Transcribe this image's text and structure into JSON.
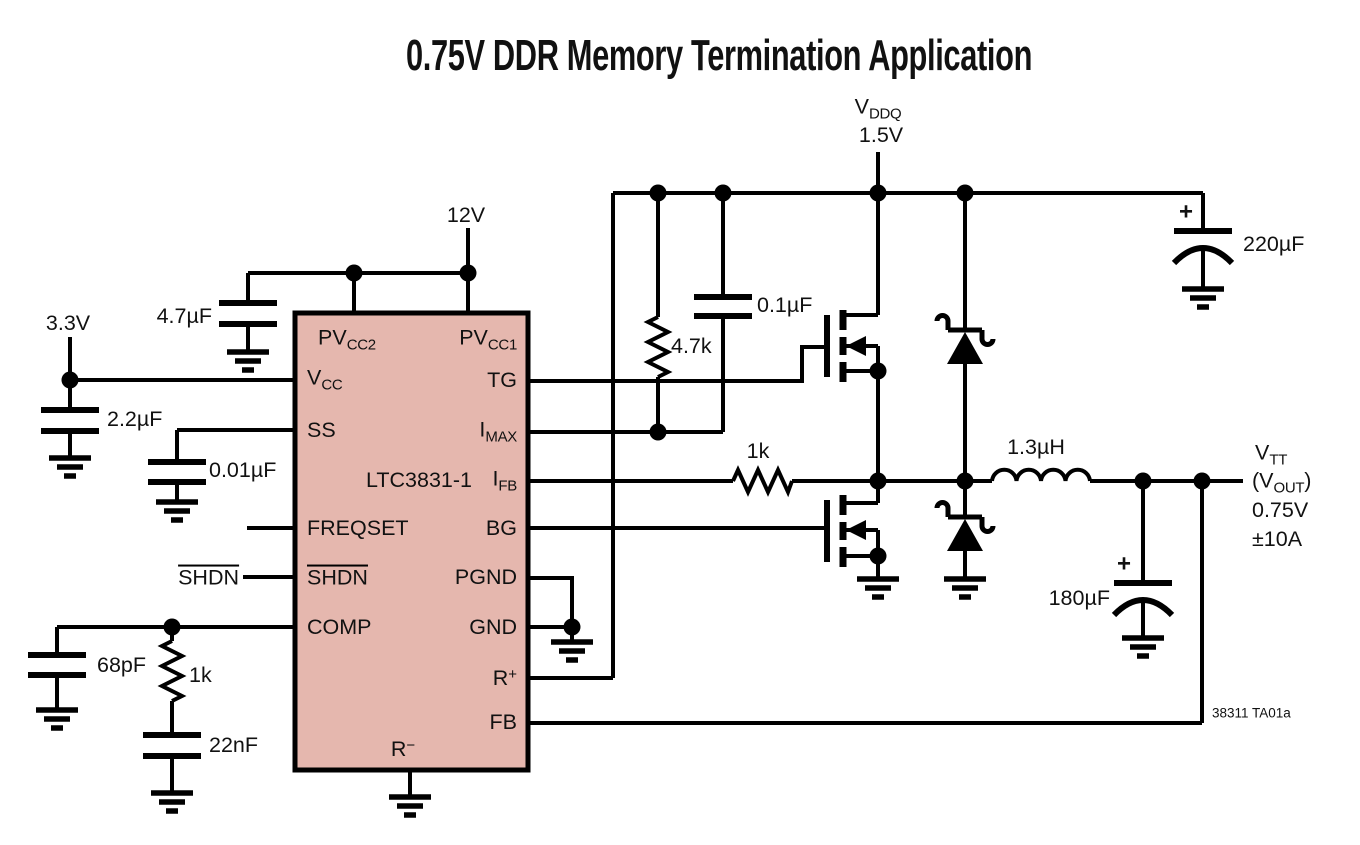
{
  "title": "0.75V DDR Memory Termination Application",
  "note": "38311 TA01a",
  "ic": {
    "part": "LTC3831-1"
  },
  "pins": {
    "pvcc2_main": "PV",
    "pvcc2_sub": "CC2",
    "pvcc1_main": "PV",
    "pvcc1_sub": "CC1",
    "vcc_main": "V",
    "vcc_sub": "CC",
    "tg": "TG",
    "ss": "SS",
    "imax_main": "I",
    "imax_sub": "MAX",
    "ifb_main": "I",
    "ifb_sub": "FB",
    "bg": "BG",
    "freqset": "FREQSET",
    "shdn": "SHDN",
    "pgnd": "PGND",
    "comp": "COMP",
    "gnd": "GND",
    "rplus_main": "R",
    "rplus_sup": "+",
    "fb": "FB",
    "rminus_main": "R",
    "rminus_sup": "−"
  },
  "components": {
    "c_4u7": "4.7µF",
    "c_2u2": "2.2µF",
    "c_0u01": "0.01µF",
    "c_0u1": "0.1µF",
    "c_68p": "68pF",
    "c_22n": "22nF",
    "c_220u": "220µF",
    "c_180u": "180µF",
    "r_4k7": "4.7k",
    "r_1k_comp": "1k",
    "r_1k_ifb": "1k",
    "l_1u3": "1.3µH",
    "plus": "+"
  },
  "nets": {
    "v12": "12V",
    "v3v3": "3.3V",
    "vddq_main": "V",
    "vddq_sub": "DDQ",
    "vddq_volt": "1.5V",
    "shdn_ext": "SHDN",
    "vtt_main": "V",
    "vtt_sub": "TT",
    "vout_pre": "(V",
    "vout_sub": "OUT",
    "vout_post": ")",
    "vout_volt": "0.75V",
    "vout_amps": "±10A"
  },
  "colors": {
    "ic_fill": "#E5B7AE",
    "line": "#000000",
    "background": "#FFFFFF"
  }
}
